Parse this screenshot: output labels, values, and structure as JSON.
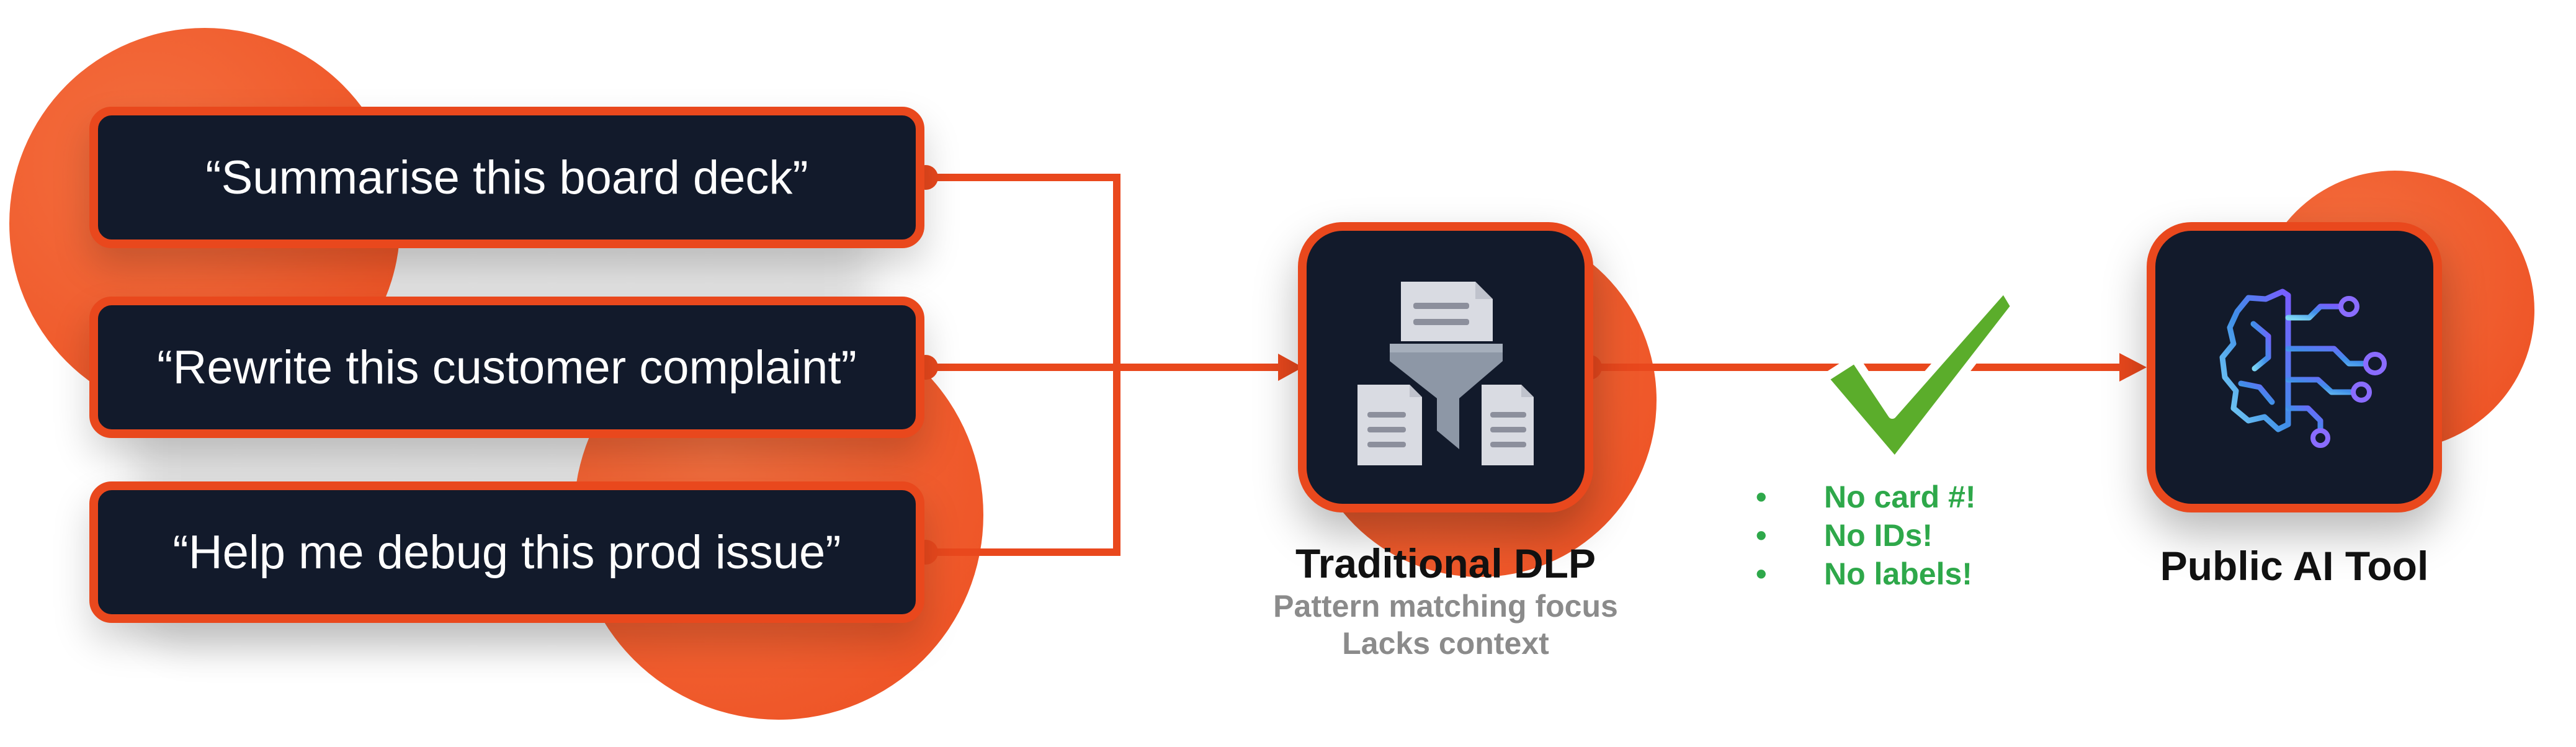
{
  "prompts": [
    {
      "text": "“Summarise this board deck”"
    },
    {
      "text": "“Rewrite this customer complaint”"
    },
    {
      "text": "“Help me debug this prod issue”"
    }
  ],
  "dlp": {
    "title": "Traditional DLP",
    "subtitle_lines": [
      "Pattern matching focus",
      "Lacks context"
    ],
    "icon": "document-filter-funnel-icon"
  },
  "checks": {
    "icon": "green-checkmark-icon",
    "bullet": "•",
    "items": [
      "No card #!",
      "No IDs!",
      "No labels!"
    ]
  },
  "ai_tool": {
    "title": "Public AI Tool",
    "icon": "circuit-brain-icon"
  },
  "colors": {
    "accent": "#e9481d",
    "box_fill": "#121a2b",
    "check_green": "#2ea84a",
    "subtitle_gray": "#8b8b8b"
  }
}
